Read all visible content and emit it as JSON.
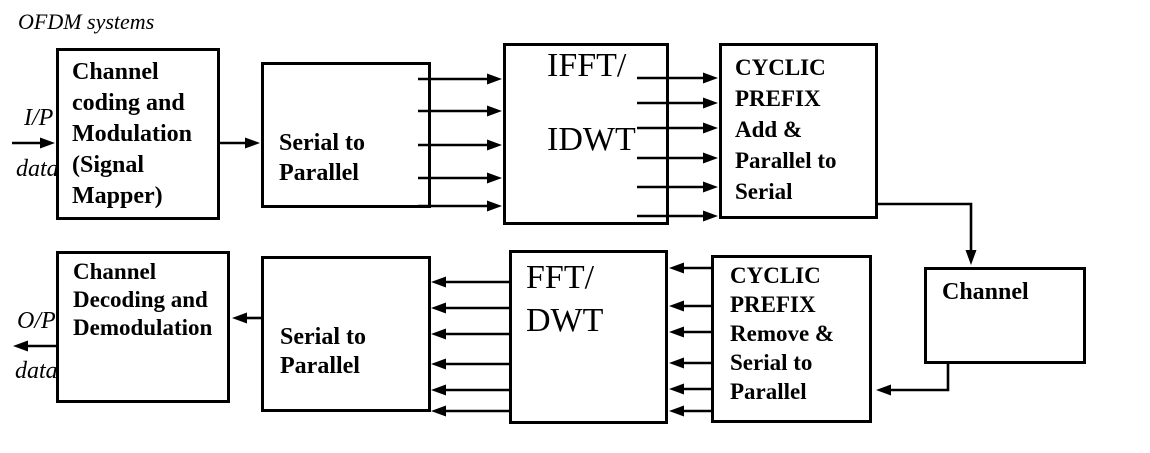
{
  "title": "OFDM systems",
  "io": {
    "input": {
      "line1": "I/P",
      "line2": "data"
    },
    "output": {
      "line1": "O/P",
      "line2": "data"
    }
  },
  "blocks": {
    "channel_coding": {
      "lines": [
        "Channel",
        "coding and",
        "Modulation",
        "(Signal",
        "Mapper)"
      ]
    },
    "serial_to_parallel_top": {
      "lines": [
        "Serial to",
        "Parallel"
      ]
    },
    "ifft_idwt": {
      "lines": [
        "IFFT/",
        "IDWT"
      ]
    },
    "cyclic_prefix_add": {
      "lines": [
        "CYCLIC",
        "PREFIX",
        "Add &",
        "Parallel to",
        "Serial"
      ]
    },
    "channel": {
      "lines": [
        "Channel"
      ]
    },
    "cyclic_prefix_remove": {
      "lines": [
        "CYCLIC",
        "PREFIX",
        "Remove &",
        "Serial to",
        "Parallel"
      ]
    },
    "fft_dwt": {
      "lines": [
        "FFT/",
        "DWT"
      ]
    },
    "serial_to_parallel_bottom": {
      "lines": [
        "Serial to",
        "Parallel"
      ]
    },
    "channel_decoding": {
      "lines": [
        "Channel",
        "Decoding and",
        "Demodulation"
      ]
    }
  },
  "connections": [
    {
      "id": "input-to-channel-coding",
      "from": "input-data",
      "to": "channel-coding",
      "arrows": 1
    },
    {
      "id": "channel-coding-to-serial-to-parallel",
      "from": "channel-coding",
      "to": "serial-to-parallel",
      "arrows": 1
    },
    {
      "id": "serial-to-parallel-to-ifft",
      "from": "serial-to-parallel",
      "to": "ifft-idwt",
      "arrows": 5
    },
    {
      "id": "ifft-to-cyclic-prefix-add",
      "from": "ifft-idwt",
      "to": "cyclic-prefix-add",
      "arrows": 6
    },
    {
      "id": "cyclic-prefix-add-to-channel",
      "from": "cyclic-prefix-add",
      "to": "channel",
      "arrows": 1
    },
    {
      "id": "channel-to-cyclic-prefix-remove",
      "from": "channel",
      "to": "cyclic-prefix-remove",
      "arrows": 1
    },
    {
      "id": "cyclic-prefix-remove-to-fft",
      "from": "cyclic-prefix-remove",
      "to": "fft-dwt",
      "arrows": 6
    },
    {
      "id": "fft-to-serial-to-parallel-bottom",
      "from": "fft-dwt",
      "to": "serial-to-parallel-2",
      "arrows": 6
    },
    {
      "id": "serial-to-parallel-to-channel-decoding",
      "from": "serial-to-parallel-2",
      "to": "channel-decoding",
      "arrows": 1
    },
    {
      "id": "channel-decoding-to-output",
      "from": "channel-decoding",
      "to": "output-data",
      "arrows": 1
    }
  ],
  "colors": {
    "line": "#000000",
    "text": "#000000",
    "background": "#ffffff"
  }
}
